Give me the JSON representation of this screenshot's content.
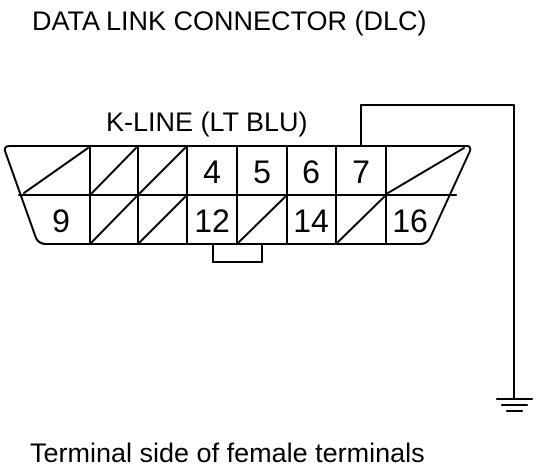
{
  "title": "DATA LINK CONNECTOR (DLC)",
  "wire_label": "K-LINE (LT BLU)",
  "caption": "Terminal side of female terminals",
  "pins": {
    "p4": "4",
    "p5": "5",
    "p6": "6",
    "p7": "7",
    "p9": "9",
    "p12": "12",
    "p14": "14",
    "p16": "16"
  },
  "icons": {
    "ground": "ground-icon"
  }
}
